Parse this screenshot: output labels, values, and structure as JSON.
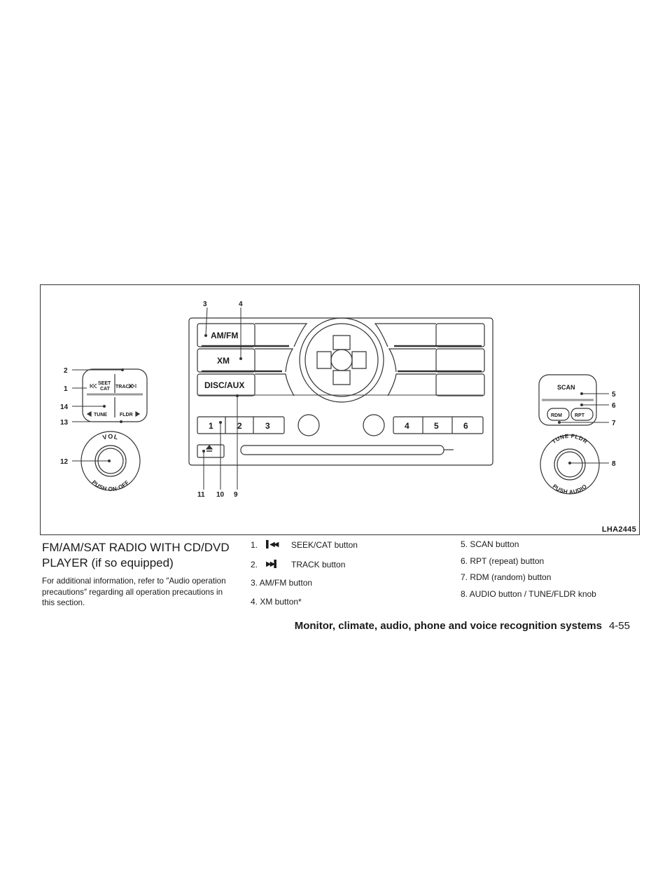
{
  "figure": {
    "code": "LHA2445",
    "buttons": {
      "amfm": "AM/FM",
      "xm": "XM",
      "disc_aux": "DISC/AUX",
      "seek_cat_line1": "SEET",
      "seek_cat_line2": "CAT",
      "track": "TRACK",
      "tune": "TUNE",
      "fldr": "FLDR",
      "presets_left": [
        "1",
        "2",
        "3"
      ],
      "presets_right": [
        "4",
        "5",
        "6"
      ],
      "scan": "SCAN",
      "rdm": "RDM",
      "rpt": "RPT",
      "vol_knob_top": "VOL",
      "vol_knob_bottom": "PUSH ON·OFF",
      "audio_knob_top": "TUNE FLDR",
      "audio_knob_bottom": "PUSH AUDIO"
    },
    "callouts": [
      "1",
      "2",
      "3",
      "4",
      "5",
      "6",
      "7",
      "8",
      "9",
      "10",
      "11",
      "12",
      "13",
      "14"
    ]
  },
  "section": {
    "title": "FM/AM/SAT RADIO WITH CD/DVD PLAYER (if so equipped)",
    "intro": "For additional information, refer to ″Audio opera­tion precautions″ regarding all operation precau­tions in this section."
  },
  "legend": {
    "left": [
      {
        "num": "1.",
        "icon": "seek-back-icon",
        "text": "SEEK/CAT button"
      },
      {
        "num": "2.",
        "icon": "track-forward-icon",
        "text": "TRACK button"
      },
      {
        "num": "",
        "icon": "",
        "text": "3. AM/FM button"
      },
      {
        "num": "",
        "icon": "",
        "text": "4. XM button*"
      }
    ],
    "right": [
      {
        "text": "5. SCAN button"
      },
      {
        "text": "6. RPT (repeat) button"
      },
      {
        "text": "7. RDM (random) button"
      },
      {
        "text": "8. AUDIO button / TUNE/FLDR knob"
      }
    ]
  },
  "footer": {
    "section": "Monitor, climate, audio, phone and voice recognition systems",
    "page": "4-55"
  }
}
